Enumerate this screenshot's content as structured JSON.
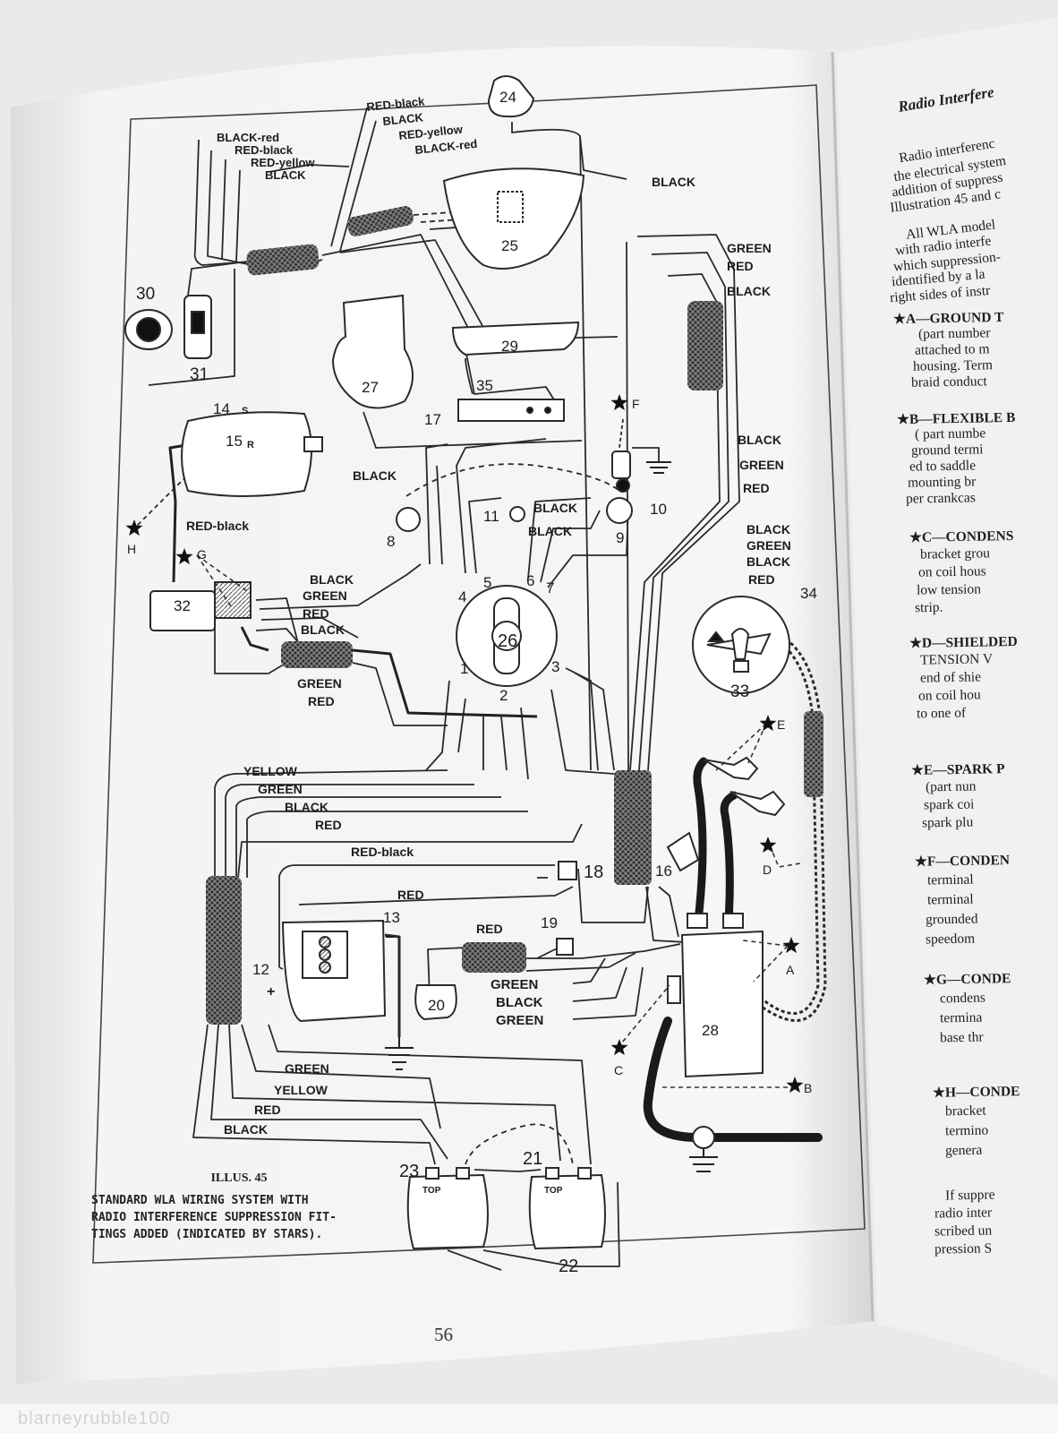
{
  "diagram": {
    "wire_labels": {
      "top_left": [
        "BLACK-red",
        "RED-black",
        "RED-yellow",
        "BLACK"
      ],
      "top_center": [
        "RED-black",
        "BLACK",
        "RED-yellow",
        "BLACK-red"
      ],
      "top_right": "BLACK",
      "right_upper": [
        "GREEN",
        "RED",
        "BLACK"
      ],
      "right_mid": [
        "BLACK",
        "GREEN",
        "RED"
      ],
      "black_gen": "BLACK",
      "red_black_gen": "RED-black",
      "black_11": "BLACK",
      "black_9": "BLACK",
      "right_lower": [
        "BLACK",
        "GREEN",
        "BLACK",
        "RED"
      ],
      "left_mid": [
        "BLACK",
        "GREEN",
        "RED",
        "BLACK"
      ],
      "green_red": [
        "GREEN",
        "RED"
      ],
      "lower_left": [
        "YELLOW",
        "GREEN",
        "BLACK",
        "RED"
      ],
      "red_black_18": "RED-black",
      "red_18": "RED",
      "red_19": "RED",
      "bottom_center": [
        "GREEN",
        "BLACK",
        "GREEN"
      ],
      "bottom_left": [
        "GREEN",
        "YELLOW",
        "RED",
        "BLACK"
      ]
    },
    "component_numbers": [
      "1",
      "2",
      "3",
      "4",
      "5",
      "6",
      "7",
      "8",
      "9",
      "10",
      "11",
      "12",
      "13",
      "14",
      "15",
      "16",
      "17",
      "18",
      "19",
      "20",
      "21",
      "22",
      "23",
      "24",
      "25",
      "26",
      "27",
      "28",
      "29",
      "30",
      "31",
      "32",
      "33",
      "34",
      "35"
    ],
    "terminal_letters": [
      "S",
      "R"
    ],
    "top_labels": [
      "TOP",
      "TOP"
    ],
    "polarity": [
      "+",
      "−"
    ],
    "star_labels": [
      "A",
      "B",
      "C",
      "D",
      "E",
      "F",
      "G",
      "H"
    ]
  },
  "caption": {
    "illus": "ILLUS. 45",
    "lines": [
      "STANDARD WLA WIRING SYSTEM WITH",
      "RADIO INTERFERENCE SUPPRESSION FIT-",
      "TINGS ADDED (INDICATED BY STARS)."
    ]
  },
  "page_number": "56",
  "watermark": "blarneyrubble100",
  "right_column": {
    "title": "Radio Interfere",
    "lines": [
      "Radio interferenc",
      "the electrical system",
      "addition of suppress",
      "Illustration 45 and c",
      "All WLA model",
      "with radio interfe",
      "which suppression-",
      "identified by a la",
      "right sides of instr",
      "★A—GROUND T",
      "(part number",
      "attached to m",
      "housing. Term",
      "braid conduct",
      "★B—FLEXIBLE B",
      "( part numbe",
      "ground termi",
      "ed to saddle",
      "mounting br",
      "per crankcas",
      "★C—CONDENS",
      "bracket grou",
      "on coil hous",
      "low tension",
      "strip.",
      "★D—SHIELDED",
      "TENSION V",
      "end of shie",
      "on coil hou",
      "to one of",
      "★E—SPARK P",
      "(part nun",
      "spark coi",
      "spark plu",
      "★F—CONDEN",
      "terminal",
      "terminal",
      "grounded",
      "speedom",
      "★G—CONDE",
      "condens",
      "termina",
      "base thr",
      "★H—CONDE",
      "bracket",
      "termino",
      "genera",
      "If suppre",
      "radio inter",
      "scribed un",
      "pression S"
    ]
  }
}
